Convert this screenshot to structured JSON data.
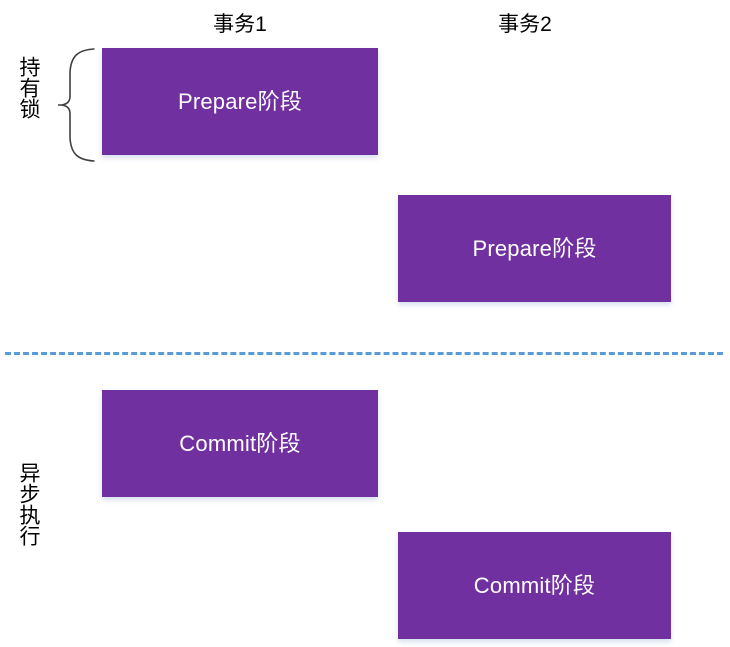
{
  "diagram": {
    "title_columns": [
      {
        "id": "txn1",
        "label": "事务1"
      },
      {
        "id": "txn2",
        "label": "事务2"
      }
    ],
    "side_labels": [
      {
        "id": "holding-lock",
        "label": "持有锁"
      },
      {
        "id": "async-exec",
        "label": "异步执行"
      }
    ],
    "boxes": [
      {
        "id": "t1-prepare",
        "column": "事务1",
        "label": "Prepare阶段",
        "phase": "prepare"
      },
      {
        "id": "t2-prepare",
        "column": "事务2",
        "label": "Prepare阶段",
        "phase": "prepare"
      },
      {
        "id": "t1-commit",
        "column": "事务1",
        "label": "Commit阶段",
        "phase": "commit"
      },
      {
        "id": "t2-commit",
        "column": "事务2",
        "label": "Commit阶段",
        "phase": "commit"
      }
    ],
    "colors": {
      "box_fill": "#7030A0",
      "box_text": "#FFFFFF",
      "divider": "#5B9BD5",
      "brace": "#404040",
      "background": "#FFFFFF",
      "text": "#000000"
    },
    "divider": {
      "style": "dashed",
      "orientation": "horizontal"
    },
    "brace": {
      "style": "curly-brace-right",
      "groups": "事务1 Prepare阶段"
    }
  }
}
